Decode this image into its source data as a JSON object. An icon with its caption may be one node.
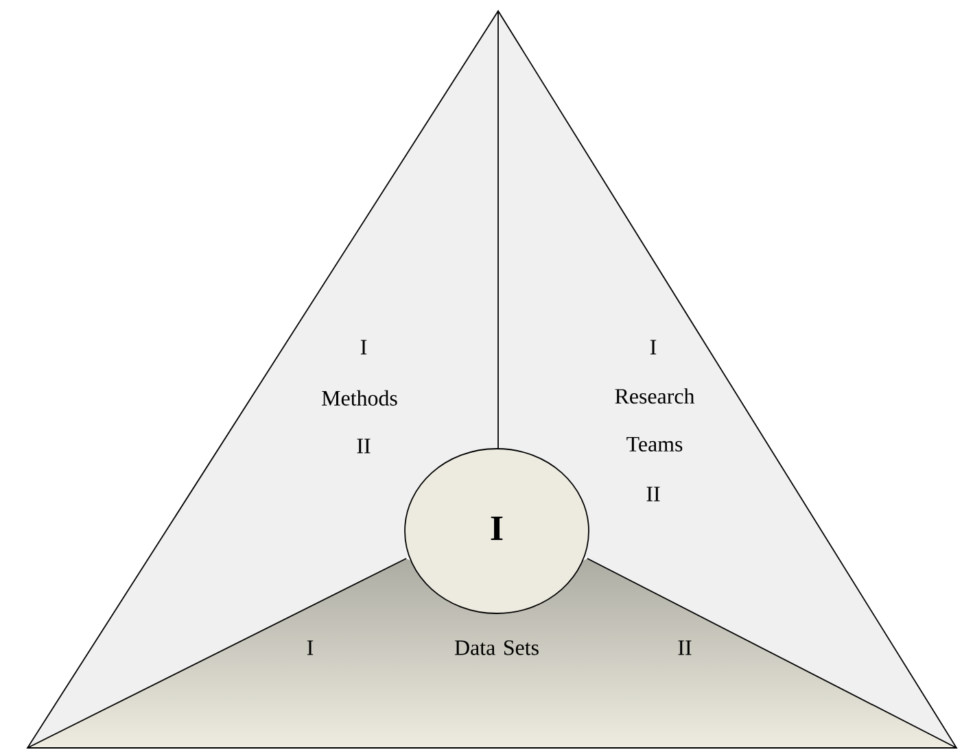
{
  "diagram": {
    "nodes": [
      {
        "text": [
          "I",
          "Methods",
          "II"
        ]
      },
      {
        "text": [
          "I",
          "Research Teams",
          "II"
        ]
      },
      {
        "text": [
          "I",
          "Data Sets",
          "II"
        ]
      },
      {
        "text": [
          "I"
        ]
      }
    ]
  }
}
